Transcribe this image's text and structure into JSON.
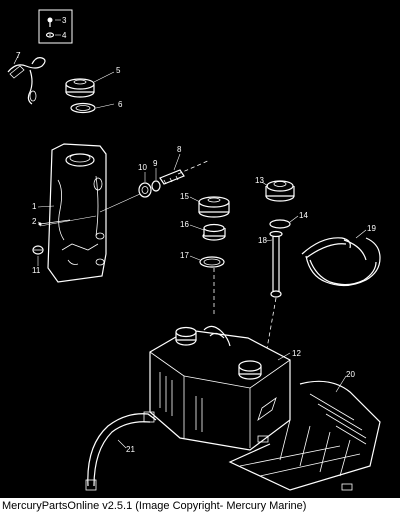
{
  "legend": {
    "items": [
      {
        "number": "3",
        "icon": "screw-icon"
      },
      {
        "number": "4",
        "icon": "washer-icon"
      }
    ]
  },
  "callouts": [
    "1",
    "2",
    "5",
    "6",
    "7",
    "8",
    "9",
    "10",
    "11",
    "12",
    "13",
    "14",
    "15",
    "16",
    "17",
    "18",
    "19",
    "20",
    "21"
  ],
  "footer": {
    "text": "MercuryPartsOnline v2.5.1 (Image Copyright- Mercury Marine)"
  }
}
